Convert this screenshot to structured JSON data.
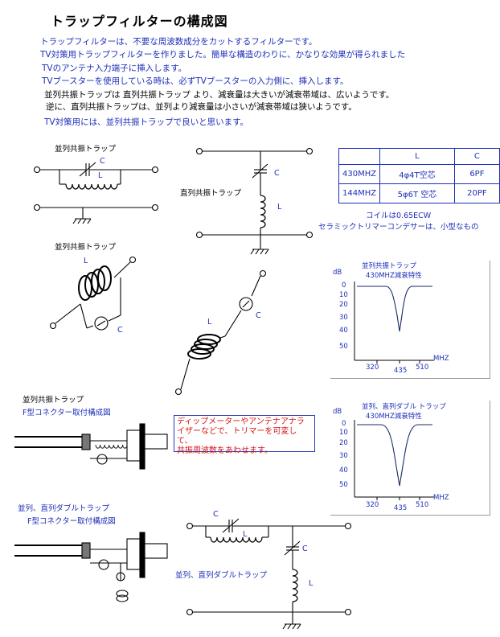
{
  "title": "トラップフィルターの構成図",
  "intro": [
    "トラップフィルターは、不要な周波数成分をカットするフィルターです。",
    "TV対策用トラップフィルターを作りました。簡単な構造のわりに、かなりな効果が得られました",
    "TVのアンテナ入力端子に挿入します。",
    "TVブースターを使用している時は、必ずTVブースターの入力側に、挿入します。"
  ],
  "compare": [
    "並列共振トラップは 直列共振トラップ より、減衰量は大きいが減衰帯域は、広いようです。",
    "逆に、直列共振トラップは、並列より減衰量は小さいが減衰帯域は狭いようです。"
  ],
  "recommend": "TV対策用には、並列共振トラップで良いと思います。",
  "labels": {
    "parallel_trap": "並列共振トラップ",
    "series_trap": "直列共振トラップ",
    "parallel_trap_2": "並列共振トラップ",
    "f_parallel_title": "並列共振トラップ",
    "f_parallel_sub": "F型コネクター取付構成図",
    "f_double_title": "並列、直列ダブルトラップ",
    "f_double_sub": "F型コネクター取付構成図",
    "double_trap": "並列、直列ダブルトラップ",
    "C": "C",
    "L": "L"
  },
  "table": {
    "headers": [
      "",
      "L",
      "C"
    ],
    "rows": [
      [
        "430MHZ",
        "4φ4T空芯",
        "6PF"
      ],
      [
        "144MHZ",
        "5φ6T 空芯",
        "20PF"
      ]
    ]
  },
  "table_note": [
    "コイルは0.65ECW",
    "セラミックトリマーコンデサーは、小型なもの"
  ],
  "note": [
    "ディップメーターやアンテナアナラ",
    "イザーなどで、トリマーを可変して、",
    "共振周波数をあわせます。"
  ],
  "graph1": {
    "title": "並列共振トラップ",
    "subtitle": "430MHZ減衰特性",
    "yunit": "dB",
    "xunit": "MHZ",
    "yticks": [
      "0",
      "10",
      "20",
      "30",
      "40",
      "50"
    ],
    "xticks": [
      "320",
      "435",
      "510"
    ]
  },
  "graph2": {
    "title": "並列、直列ダブル トラップ",
    "subtitle": "430MHZ減衰特性",
    "yunit": "dB",
    "xunit": "MHZ",
    "yticks": [
      "0",
      "10",
      "20",
      "30",
      "40",
      "50"
    ],
    "xticks": [
      "320",
      "435",
      "510"
    ]
  },
  "colors": {
    "text_blue": "#1d2fb8",
    "note_red": "#d41414",
    "curve": "#1a2a6a"
  }
}
